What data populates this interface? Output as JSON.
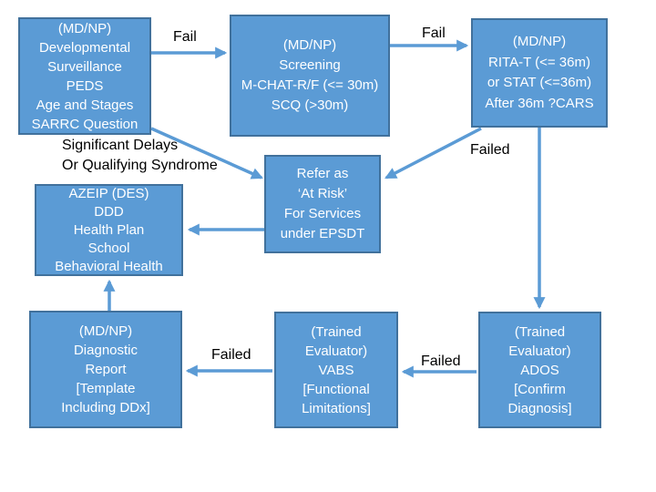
{
  "boxes": {
    "surveillance": {
      "text": "(MD/NP)\nDevelopmental\nSurveillance\nPEDS\nAge and Stages\nSARRC Question"
    },
    "screening": {
      "text": "(MD/NP)\nScreening\nM-CHAT-R/F (<= 30m)\nSCQ (>30m)"
    },
    "rita": {
      "text": "(MD/NP)\nRITA-T (<= 36m)\nor STAT (<=36m)\nAfter 36m ?CARS"
    },
    "azeip": {
      "text": "AZEIP (DES)\nDDD\nHealth Plan\nSchool\nBehavioral Health"
    },
    "refer": {
      "text": "Refer as\n‘At Risk’\nFor Services\nunder EPSDT"
    },
    "diagnostic": {
      "text": "(MD/NP)\nDiagnostic\nReport\n[Template\nIncluding DDx]"
    },
    "vabs": {
      "text": "(Trained\nEvaluator)\nVABS\n[Functional\nLimitations]"
    },
    "ados": {
      "text": "(Trained\nEvaluator)\nADOS\n[Confirm\nDiagnosis]"
    }
  },
  "labels": {
    "fail_surveillance": "Fail",
    "fail_screening": "Fail",
    "failed_rita": "Failed",
    "qualifying_note": "Significant Delays\nOr Qualifying Syndrome",
    "failed_vabs": "Failed",
    "failed_ados": "Failed"
  },
  "colors": {
    "box_fill": "#5b9bd5",
    "box_border": "#41719c",
    "arrow": "#5b9bd5",
    "box_text": "#ffffff",
    "label_text": "#000000"
  }
}
